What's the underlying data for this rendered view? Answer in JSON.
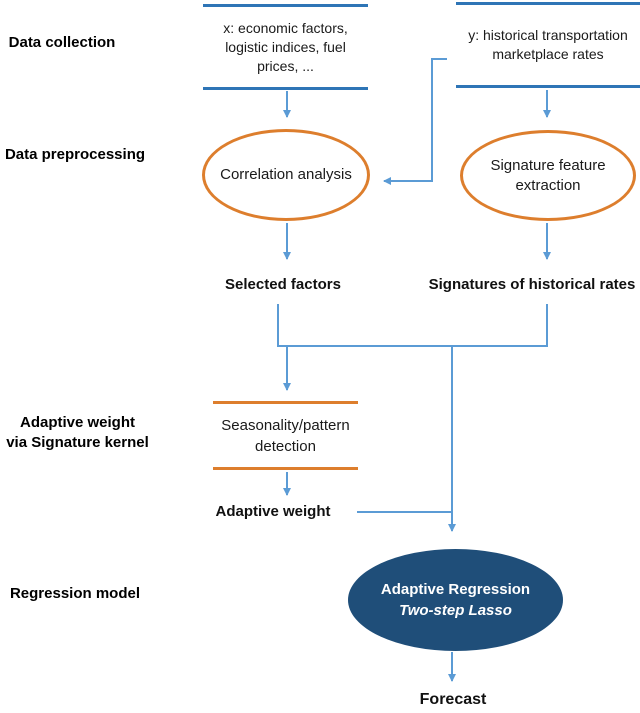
{
  "colors": {
    "connector_blue": "#5B9BD5",
    "box_border_blue": "#2E75B6",
    "accent_orange": "#DD7E2D",
    "regression_fill": "#1F4E79",
    "text_dark": "#1A1A1A",
    "text_light": "#FFFFFF"
  },
  "stages": {
    "collection": "Data collection",
    "preprocessing": "Data preprocessing",
    "adaptive_line1": "Adaptive weight",
    "adaptive_line2": "via Signature kernel",
    "regression": "Regression model"
  },
  "nodes": {
    "x_input": "x: economic factors, logistic indices, fuel prices, ...",
    "y_input": "y: historical transportation marketplace rates",
    "correlation": "Correlation analysis",
    "signature_extraction": "Signature feature extraction",
    "selected_factors": "Selected factors",
    "historical_signatures": "Signatures of historical rates",
    "seasonality": "Seasonality/pattern detection",
    "adaptive_weight": "Adaptive weight",
    "regression_line1": "Adaptive Regression",
    "regression_line2": "Two-step Lasso",
    "forecast": "Forecast"
  }
}
